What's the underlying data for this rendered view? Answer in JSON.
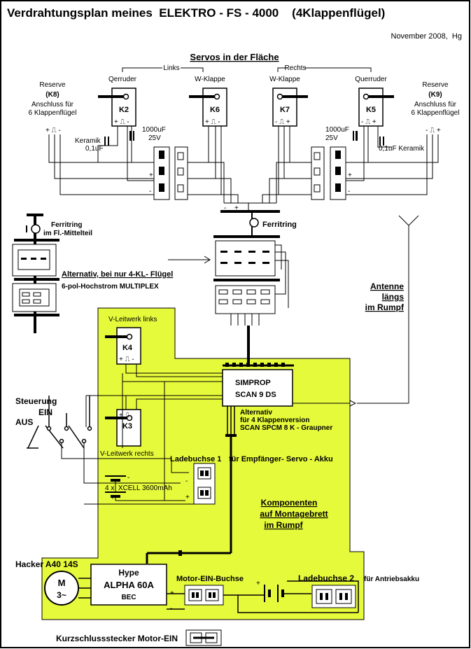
{
  "colors": {
    "mount_board": "#e6fa3c",
    "wire": "#000000",
    "background": "#ffffff"
  },
  "title": "Verdrahtungsplan meines  ELEKTRO - FS - 4000    (4Klappenflügel)",
  "date_author": "November 2008,  Hg",
  "wing": {
    "header": "Servos in der Fläche",
    "left_label": "Links",
    "right_label": "Rechts",
    "servo_names": [
      "Qerruder",
      "W-Klappe",
      "W-Klappe",
      "Querruder"
    ],
    "servo_ids": [
      "K2",
      "K6",
      "K7",
      "K5"
    ],
    "reserve_left": {
      "title": "Reserve",
      "id": "(K8)",
      "line1": "Anschluss für",
      "line2": "6 Klappenflügel"
    },
    "reserve_right": {
      "title": "Reserve",
      "id": "(K9)",
      "line1": "Anschluss für",
      "line2": "6 Klappenflügel"
    },
    "cap_left": {
      "big": "1000uF",
      "volt": "25V",
      "ceramic": "Keramik",
      "small": "0,1uF"
    },
    "cap_right": {
      "big": "1000uF",
      "volt": "25V",
      "small_ceramic": "0,1uF Keramik"
    }
  },
  "ferrite_center": "Ferritring",
  "left_panel": {
    "ferrite_line1": "Ferritring",
    "ferrite_line2": "im Fl.-Mittelteil",
    "alt_line1": "Alternativ, bei nur 4-KL- Flügel",
    "alt_line2": "6-pol-Hochstrom MULTIPLEX"
  },
  "antenna": {
    "line1": "Antenne",
    "line2": "längs",
    "line3": "im Rumpf"
  },
  "fuselage": {
    "v_left": "V-Leitwerk links",
    "v_right": "V-Leitwerk rechts",
    "servo_ids": [
      "K4",
      "K3"
    ],
    "receiver_line1": "SIMPROP",
    "receiver_line2": "SCAN 9 DS",
    "alt_line1": "Alternativ",
    "alt_line2": "für 4 Klappenversion",
    "alt_line3": "SCAN SPCM 8 K - Graupner",
    "switch_title": "Steuerung",
    "switch_on": "EIN",
    "switch_off": "AUS",
    "charge1": "Ladebuchse 1",
    "charge1_desc": "für Empfänger- Servo - Akku",
    "battery": "4 x  XCELL 3600mAh",
    "components_line1": "Komponenten",
    "components_line2": "auf Montagebrett",
    "components_line3": "im Rumpf"
  },
  "drive": {
    "motor_label": "Hacker A40 14S",
    "motor_symbol": "M",
    "motor_phase": "3~",
    "esc_line1": "Hype",
    "esc_line2": "ALPHA 60A",
    "esc_line3": "BEC",
    "motor_plug": "Motor-EIN-Buchse",
    "charge2": "Ladebuchse 2",
    "charge2_desc": "für Antriebsakku",
    "short_plug": "Kurzschlussstecker Motor-EIN"
  }
}
